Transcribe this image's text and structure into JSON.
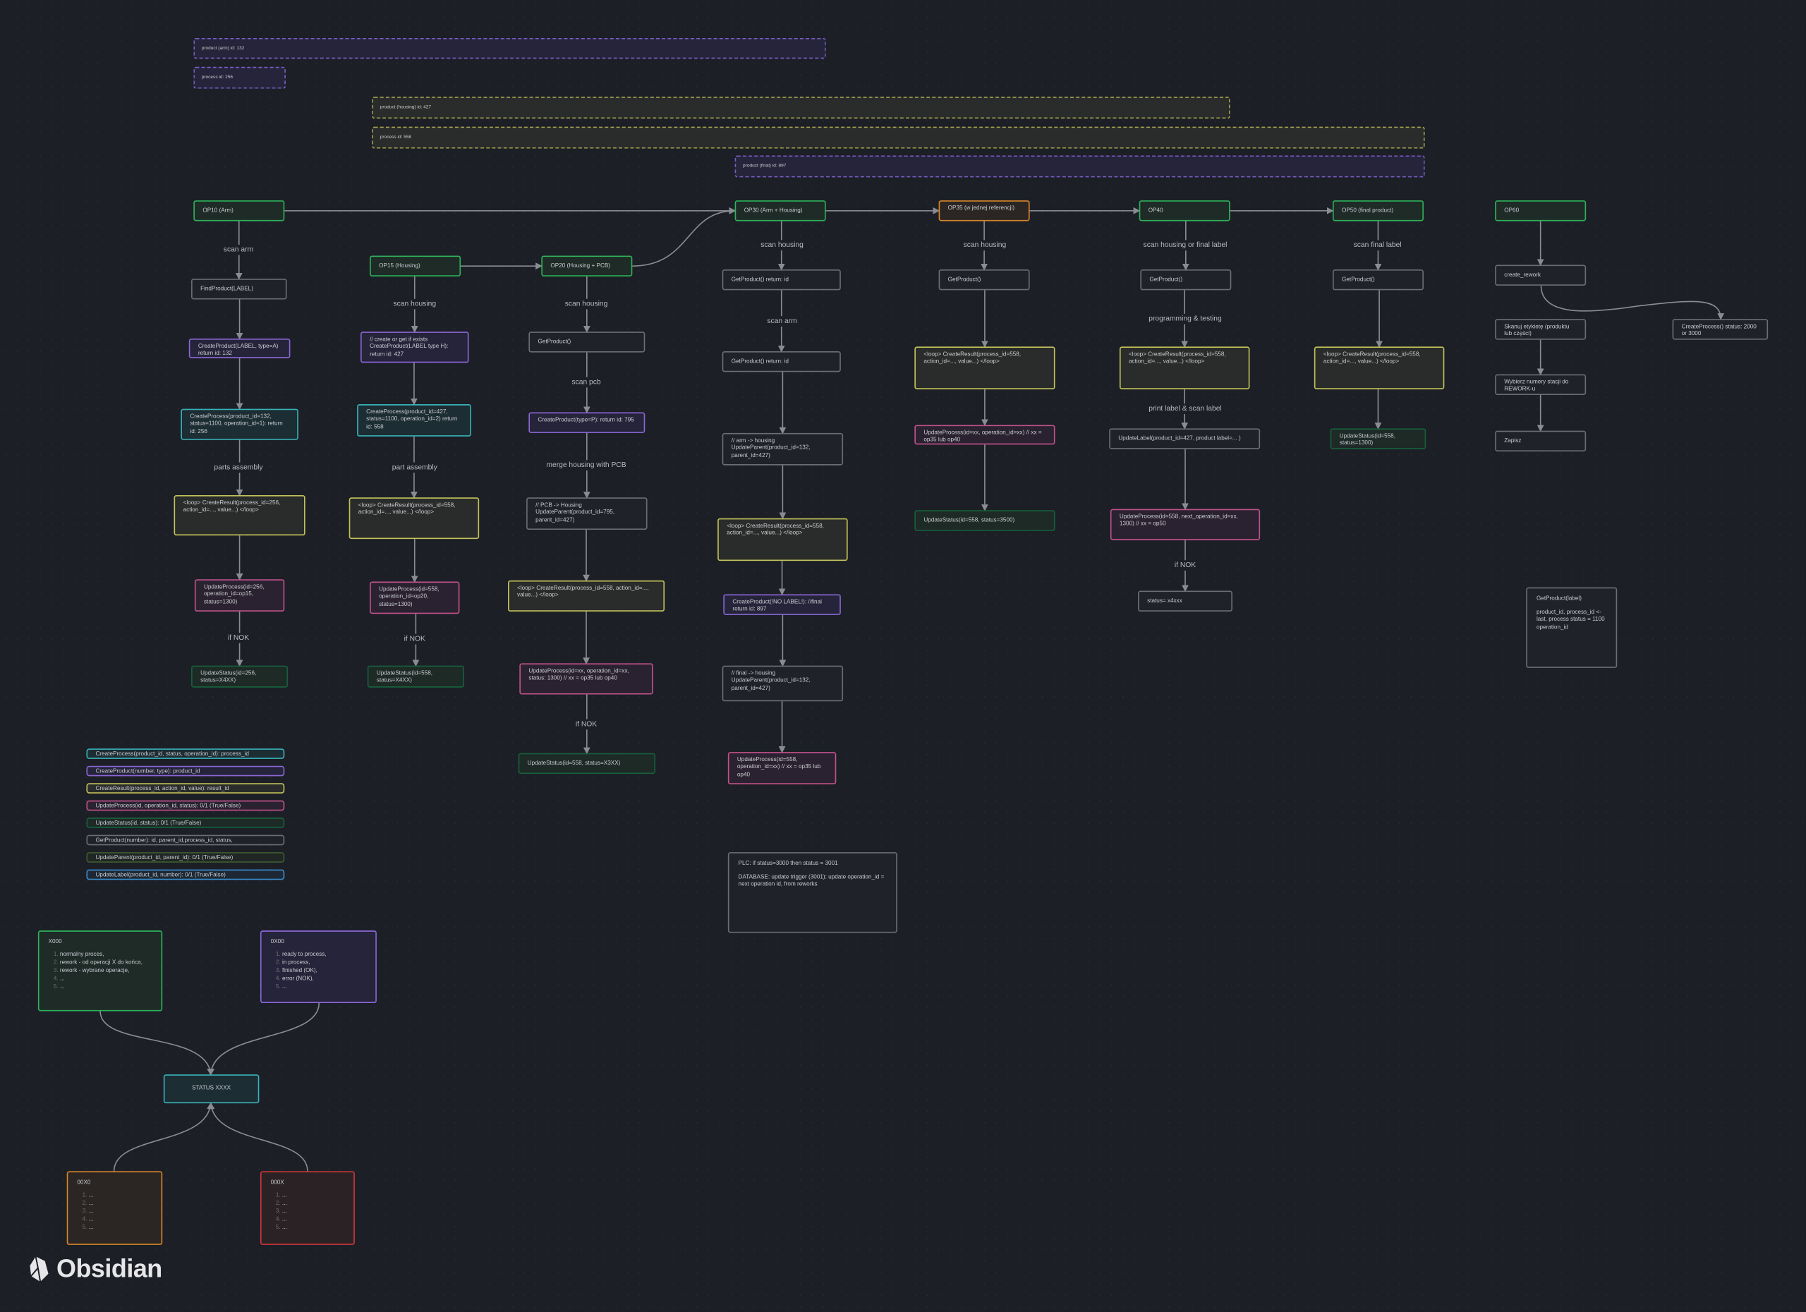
{
  "nodes": {
    "pa": "product (arm) id: 132",
    "p256": "process id: 256",
    "ph": "product (housing) id: 427",
    "p558": "process id: 558",
    "pf": "product (final) id: 897",
    "op10": "OP10 (Arm)",
    "find": "FindProduct(LABEL)",
    "cp132": "CreateProduct(LABEL, type=A) return id: 132",
    "cpr256": "CreateProcess(product_id=132, status=1100, operation_id=1): return id: 256",
    "loop256": "<loop> CreateResult(process_id=256, action_id=..., value...) </loop>",
    "up256": "UpdateProcess(id=256, operation_id=op15, status=1300)",
    "us256": "UpdateStatus(id=256, status=X4XX)",
    "op15": "OP15 (Housing)",
    "cp427": "// create or get if exists CreateProduct(LABEL type H): return id: 427",
    "cpr558": "CreateProcess(product_id=427, status=1100, operation_id=2) return id: 558",
    "loop15": "<loop> CreateResult(process_id=558, action_id=..., value...) </loop>",
    "up15": "UpdateProcess(id=558, operation_id=op20, status=1300)",
    "us15": "UpdateStatus(id=558, status=X4XX)",
    "op20": "OP20 (Housing + PCB)",
    "gp20": "GetProduct()",
    "cp795": "CreateProduct(type=P): return id: 795",
    "par795": "// PCB -> Housing UpdateParent(product_id=795, parent_id=427)",
    "loop20": "<loop> CreateResult(process_id=558, action_id=..., value...) </loop>",
    "up20": "UpdateProcess(id=xx, operation_id=xx, status: 1300) // xx = op35 lub op40",
    "us20": "UpdateStatus(id=558, status=X3XX)",
    "op30": "OP30 (Arm + Housing)",
    "gp30a": "GetProduct() return: id",
    "gp30b": "GetProduct() return: id",
    "par132": "// arm -> housing UpdateParent(product_id=132, parent_id=427)",
    "loop30": "<loop> CreateResult(process_id=558, action_id=..., value...) </loop>",
    "cp897": "CreateProduct(!NO LABEL!): //final return id: 897",
    "parfin": "// final -> housing UpdateParent(product_id=132, parent_id=427)",
    "up30": "UpdateProcess(id=558, operation_id=xx) // xx = op35 lub op40",
    "op35": "OP35 (w jednej referencji)",
    "gp35": "GetProduct()",
    "loop35": "<loop> CreateResult(process_id=558, action_id=..., value...) </loop>",
    "up35": "UpdateProcess(id=xx, operation_id=xx) // xx = op35 lub op40",
    "us35": "UpdateStatus(id=558, status=3500)",
    "op40": "OP40",
    "gp40": "GetProduct()",
    "loop40": "<loop> CreateResult(process_id=558, action_id=..., value...) </loop>",
    "ul40": "UpdateLabel(product_id=427, product label=... )",
    "up40": "UpdateProcess(id=558, next_operation_id=xx, 1300) // xx = op50",
    "st40": "status= x4xxx",
    "op50": "OP50 (final product)",
    "gp50": "GetProduct()",
    "loop50": "<loop> CreateResult(process_id=558, action_id=..., value...) </loop>",
    "us50": "UpdateStatus(id=558, status=1300)",
    "op60": "OP60",
    "rework": "create_rework",
    "skan": "Skanuj etykietę (produktu lub części)",
    "wyb": "Wybierz numery stacji do REWORK-u",
    "zap": "Zapisz",
    "cpst": "CreateProcess() status: 2000 or 3000",
    "status": "STATUS XXXX"
  },
  "edge_labels": {
    "scan_arm": "scan arm",
    "parts_assembly": "parts assembly",
    "if_nok_10": "if NOK",
    "scan_housing_15": "scan housing",
    "part_assembly": "part assembly",
    "if_nok_15": "if NOK",
    "scan_housing_20": "scan housing",
    "scan_pcb": "scan pcb",
    "merge": "merge housing with PCB",
    "if_nok_20": "if NOK",
    "scan_housing_30": "scan housing",
    "scan_arm_30": "scan arm",
    "scan_housing_35": "scan housing",
    "scan_housing_40": "scan housing or final label",
    "prog": "programming & testing",
    "print": "print label & scan label",
    "if_nok_40": "if NOK",
    "scan_final": "scan final label"
  },
  "legend": [
    "CreateProcess(product_id, status, operation_id): process_id",
    "CreateProduct(number, type): product_id",
    "CreateResult(process_id, action_id, value): result_id",
    "UpdateProcess(id, operation_id, status): 0/1 (True/False)",
    "UpdateStatus(id, status): 0/1 (True/False)",
    "GetProduct(number): id, parent_id,process_id, status,",
    "UpdateParent(product_id, parent_id): 0/1 (True/False)",
    "UpdateLabel(product_id, number): 0/1 (True/False)"
  ],
  "notes": {
    "getproduct": {
      "title": "GetProduct(label)",
      "body": "product_id, process_id <- last, process status = 1100 operation_id"
    },
    "plc": {
      "line1": "PLC: if status=3000 then status = 3001",
      "line2": "DATABASE: update trigger (3001): update operation_id = next operation id, from reworks"
    },
    "x000": {
      "title": "X000",
      "items": [
        "normalny proces,",
        "rework - od operacji X do końca,",
        "rework - wybrane operacje,",
        "...",
        "..."
      ]
    },
    "0x00": {
      "title": "0X00",
      "items": [
        "ready to process,",
        "in process,",
        "finished (OK),",
        "error (NOK),",
        "..."
      ]
    },
    "00x0": {
      "title": "00X0",
      "items": [
        "...",
        "...",
        "...",
        "...",
        "..."
      ]
    },
    "000x": {
      "title": "000X",
      "items": [
        "...",
        "...",
        "...",
        "...",
        "..."
      ]
    }
  },
  "logo": {
    "text": "Obsidian"
  }
}
